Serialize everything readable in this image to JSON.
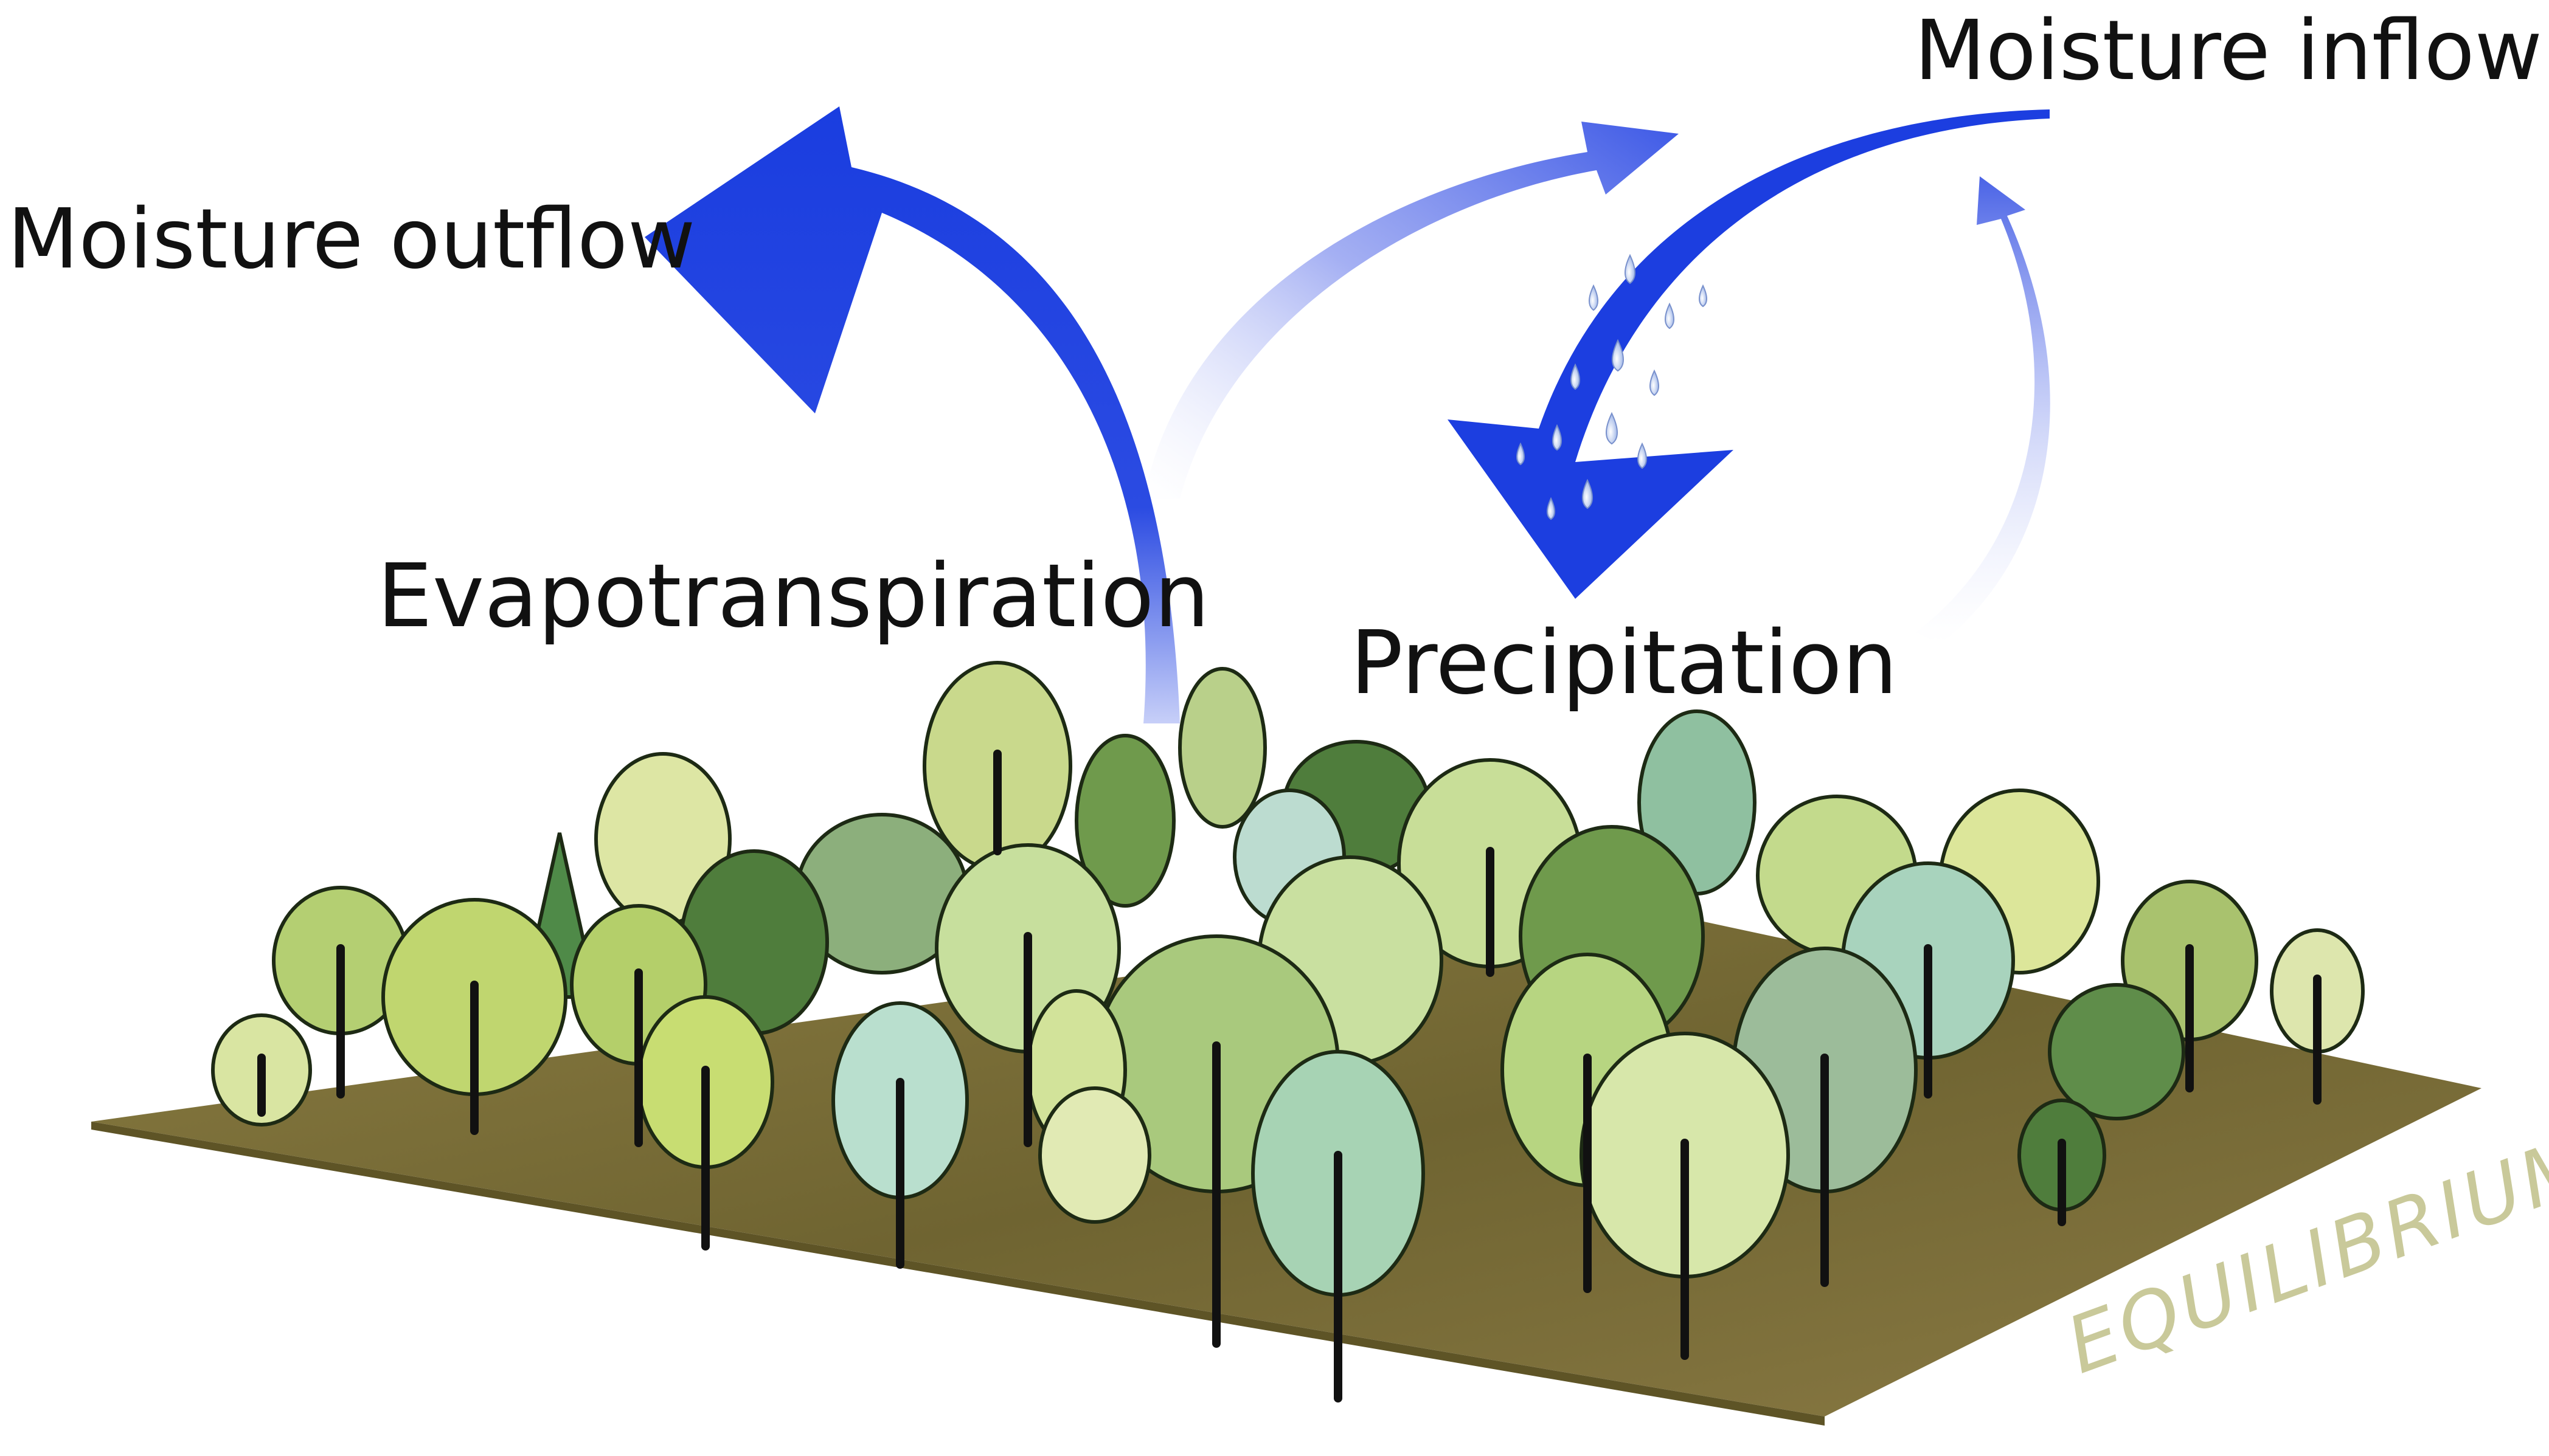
{
  "labels": {
    "moisture_outflow": "Moisture outflow",
    "moisture_inflow": "Moisture inflow",
    "evapotranspiration": "Evapotranspiration",
    "precipitation": "Precipitation",
    "equilibrium": "EQUILIBRIUM"
  },
  "colors": {
    "arrow_blue": "#1c3ee0",
    "arrow_faded": "#6f7fe6",
    "ground": "#7d6f3a",
    "equilibrium_text": "#c9c99a",
    "tree_dark": "#4f7d3c",
    "tree_mid": "#a9c26e",
    "tree_light": "#d6e39a",
    "tree_teal": "#a8d3bd",
    "trunk": "#111111"
  }
}
